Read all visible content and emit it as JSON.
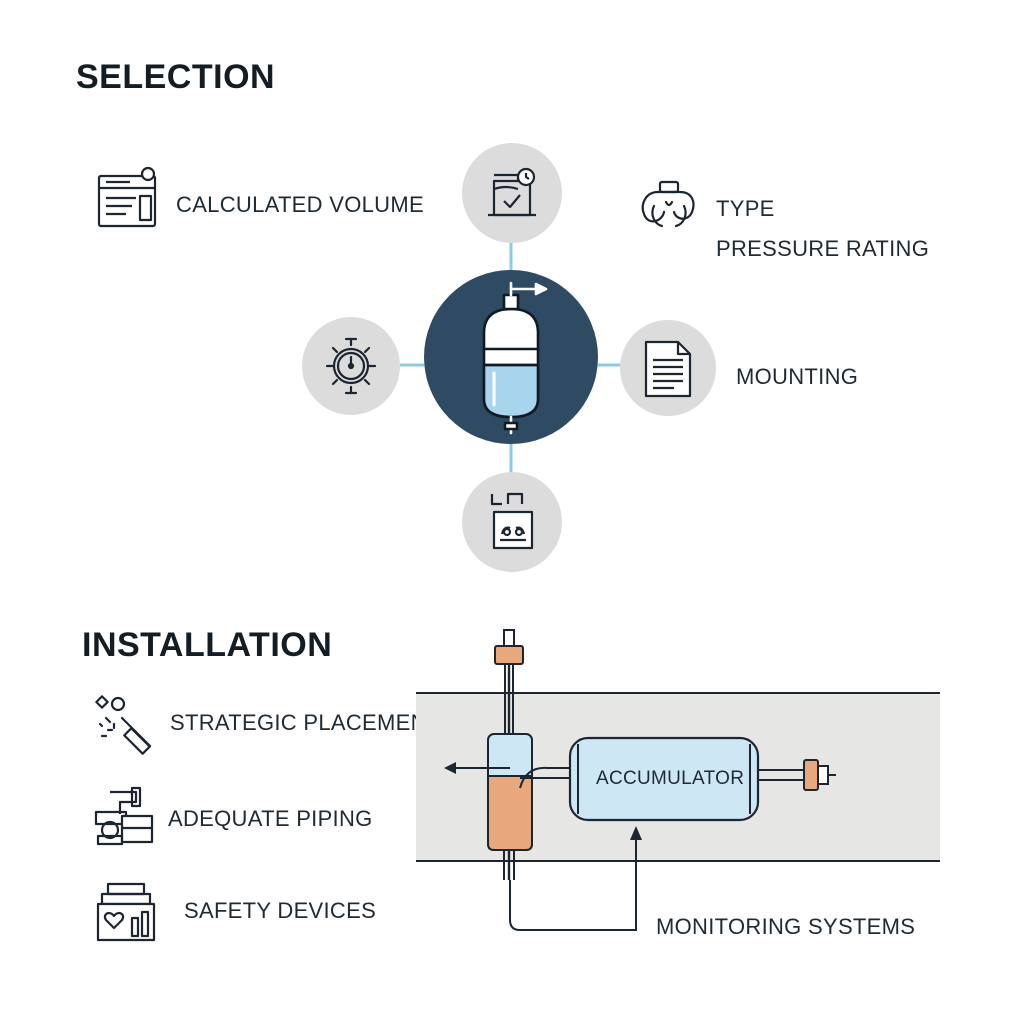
{
  "selection": {
    "title": "SELECTION",
    "calculated_volume": "CALCULATED VOLUME",
    "type": "TYPE",
    "pressure_rating": "PRESSURE RATING",
    "mounting": "MOUNTING"
  },
  "installation": {
    "title": "INSTALLATION",
    "strategic_placement": "STRATEGIC PLACEMENT",
    "adequate_piping": "ADEQUATE PIPING",
    "safety_devices": "SAFETY DEVICES",
    "accumulator": "ACCUMULATOR",
    "monitoring_systems": "MONITORING SYSTEMS"
  },
  "icons": {
    "calculated_volume": "form-icon",
    "type": "coiled-connector-icon",
    "hub": "accumulator-cylinder-icon",
    "top": "tank-check-icon",
    "left": "pressure-gauge-icon",
    "right": "document-icon",
    "bottom": "control-panel-icon",
    "strategic_placement": "wrench-tools-icon",
    "adequate_piping": "piping-icon",
    "safety_devices": "safety-cabinet-icon"
  },
  "colors": {
    "hub": "#2f4a63",
    "circle": "#dcdcdc",
    "connector": "#8ccbe6",
    "accumulator_fill": "#cde7f5",
    "fluid": "#e8a87c",
    "pipe_band": "#e6e6e4"
  }
}
